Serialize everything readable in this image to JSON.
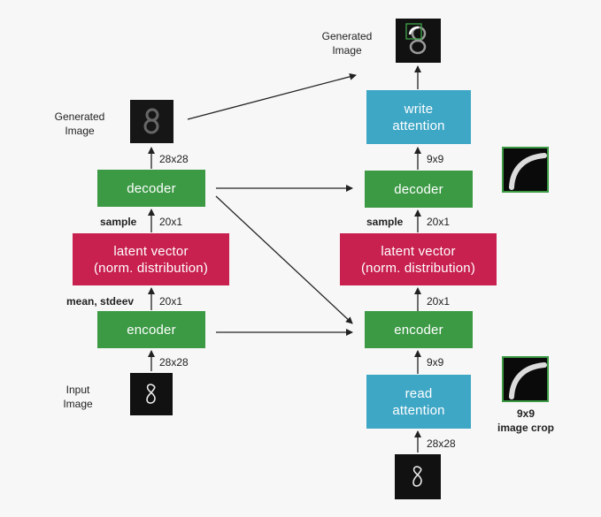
{
  "left": {
    "generated_caption": [
      "Generated",
      "Image"
    ],
    "decoder_label": "decoder",
    "size_28x28_top": "28x28",
    "sample_label": "sample",
    "size_20x1_top": "20x1",
    "latent_line1": "latent vector",
    "latent_line2": "(norm. distribution)",
    "mean_stdeev_label": "mean, stdeev",
    "size_20x1_bottom": "20x1",
    "encoder_label": "encoder",
    "size_28x28_bottom": "28x28",
    "input_caption": [
      "Input",
      "Image"
    ]
  },
  "right": {
    "generated_caption": [
      "Generated",
      "Image"
    ],
    "write_line1": "write",
    "write_line2": "attention",
    "size_9x9_top": "9x9",
    "decoder_label": "decoder",
    "sample_label": "sample",
    "size_20x1_top": "20x1",
    "latent_line1": "latent vector",
    "latent_line2": "(norm. distribution)",
    "size_20x1_bottom": "20x1",
    "encoder_label": "encoder",
    "size_9x9_bottom": "9x9",
    "read_line1": "read",
    "read_line2": "attention",
    "size_28x28": "28x28",
    "crop_caption": [
      "9x9",
      "image crop"
    ]
  },
  "colors": {
    "green": "#3c9a45",
    "red": "#c8204f",
    "blue": "#3fa7c6",
    "arrow": "#222222"
  }
}
